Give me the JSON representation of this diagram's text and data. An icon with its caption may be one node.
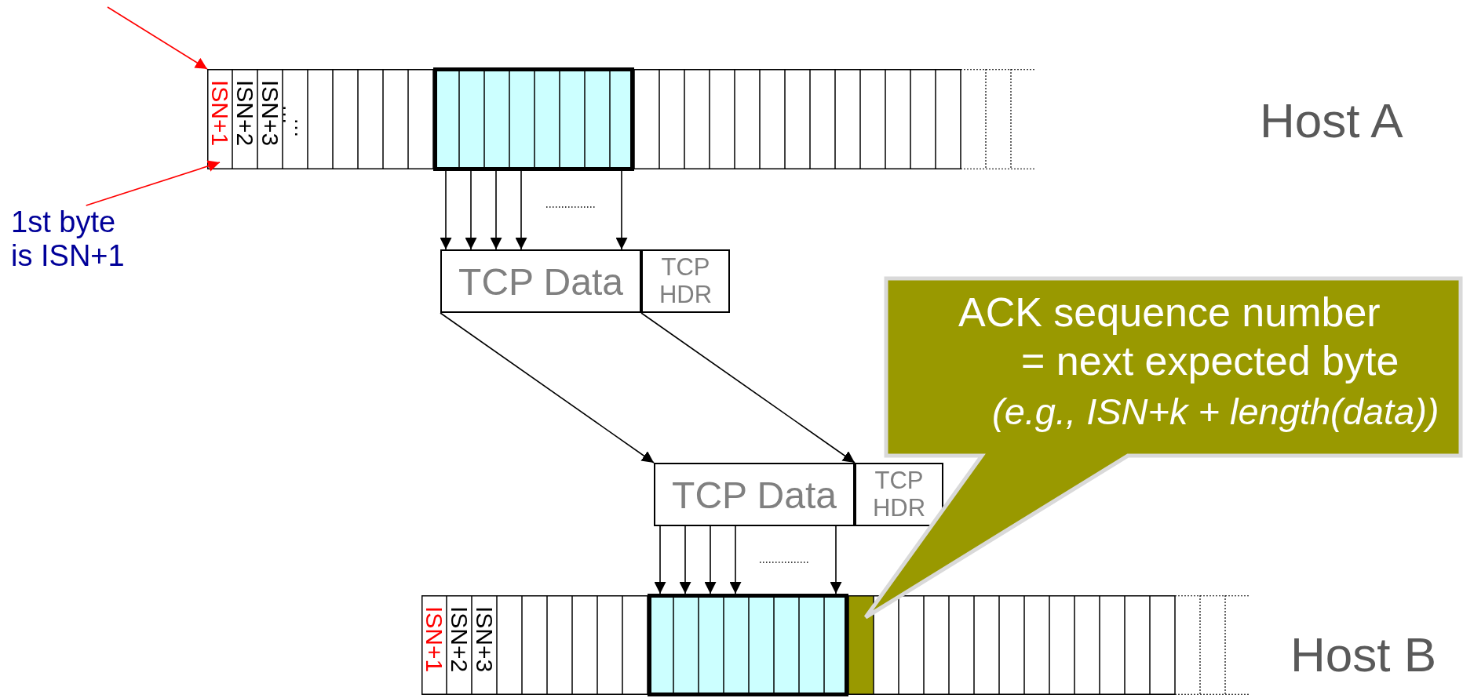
{
  "diagram": {
    "nodes": [
      {
        "text": [],
        "shape": "box"
      },
      {
        "text": [
          "ISN+1"
        ],
        "in": 0
      },
      {
        "text": [
          "ISN+2"
        ],
        "in": 0
      },
      {
        "text": [
          "ISN+3"
        ],
        "in": 0
      },
      {
        "text": [],
        "shape": "box",
        "in": 0
      },
      {
        "text": [
          "1st byte is ISN+1"
        ]
      },
      {
        "text": [
          "TCP Data"
        ]
      },
      {
        "text": [
          "TCP HDR"
        ]
      },
      {
        "text": [
          "TCP Data"
        ]
      },
      {
        "text": [
          "TCP HDR"
        ]
      },
      {
        "text": [],
        "shape": "box"
      },
      {
        "text": [
          "ISN+1"
        ],
        "in": 10
      },
      {
        "text": [
          "ISN+2"
        ],
        "in": 10
      },
      {
        "text": [
          "ISN+3"
        ],
        "in": 10
      },
      {
        "text": [],
        "shape": "box",
        "in": 10
      },
      {
        "text": [
          "ACK sequence number = next expected byte",
          "(e.g., ISN+k + length(data))"
        ]
      }
    ],
    "edges": [
      {
        "from": null,
        "to": 0,
        "arrow": "to",
        "color": "#ff0000"
      },
      {
        "from": 5,
        "to": 1,
        "arrow": "to",
        "color": "#ff0000"
      },
      {
        "from": 4,
        "to": 6,
        "arrow": "to"
      },
      {
        "from": 4,
        "to": 6,
        "arrow": "to"
      },
      {
        "from": 4,
        "to": 6,
        "arrow": "to"
      },
      {
        "from": 4,
        "to": 6,
        "arrow": "to"
      },
      {
        "from": 4,
        "to": 6,
        "arrow": "to"
      },
      {
        "from": 6,
        "to": 8,
        "arrow": "to"
      },
      {
        "from": 7,
        "to": 9,
        "arrow": "to"
      },
      {
        "from": 8,
        "to": 14,
        "arrow": "to"
      },
      {
        "from": 8,
        "to": 14,
        "arrow": "to"
      },
      {
        "from": 8,
        "to": 14,
        "arrow": "to"
      },
      {
        "from": 8,
        "to": 14,
        "arrow": "to"
      },
      {
        "from": 8,
        "to": 14,
        "arrow": "to"
      }
    ],
    "labels": [
      "…",
      "…",
      "Host A",
      "Host B"
    ]
  }
}
